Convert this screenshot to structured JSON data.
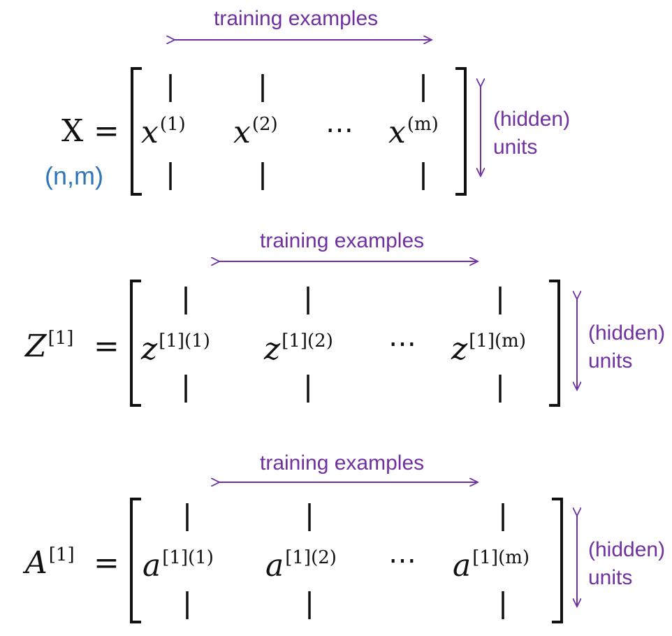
{
  "colors": {
    "accent": "#7030a0",
    "dims": "#2e75b6",
    "ink": "#111111"
  },
  "rows": [
    {
      "lhs": {
        "base": "X",
        "sup": ""
      },
      "dims_label": "(n,m)",
      "top_label": "training examples",
      "side_label": [
        "(hidden)",
        "units"
      ],
      "cols": [
        {
          "var": "x",
          "sup": "(1)"
        },
        {
          "var": "x",
          "sup": "(2)"
        },
        {
          "var": "",
          "sup": "",
          "ellipsis": "⋯"
        },
        {
          "var": "x",
          "sup": "(m)"
        }
      ]
    },
    {
      "lhs": {
        "base": "Z",
        "sup": "[1]"
      },
      "dims_label": "",
      "top_label": "training examples",
      "side_label": [
        "(hidden)",
        "units"
      ],
      "cols": [
        {
          "var": "z",
          "sup": "[1](1)"
        },
        {
          "var": "z",
          "sup": "[1](2)"
        },
        {
          "var": "",
          "sup": "",
          "ellipsis": "⋯"
        },
        {
          "var": "z",
          "sup": "[1](m)"
        }
      ]
    },
    {
      "lhs": {
        "base": "A",
        "sup": "[1]"
      },
      "dims_label": "",
      "top_label": "training examples",
      "side_label": [
        "(hidden)",
        "units"
      ],
      "cols": [
        {
          "var": "a",
          "sup": "[1](1)"
        },
        {
          "var": "a",
          "sup": "[1](2)"
        },
        {
          "var": "",
          "sup": "",
          "ellipsis": "⋯"
        },
        {
          "var": "a",
          "sup": "[1](m)"
        }
      ]
    }
  ]
}
